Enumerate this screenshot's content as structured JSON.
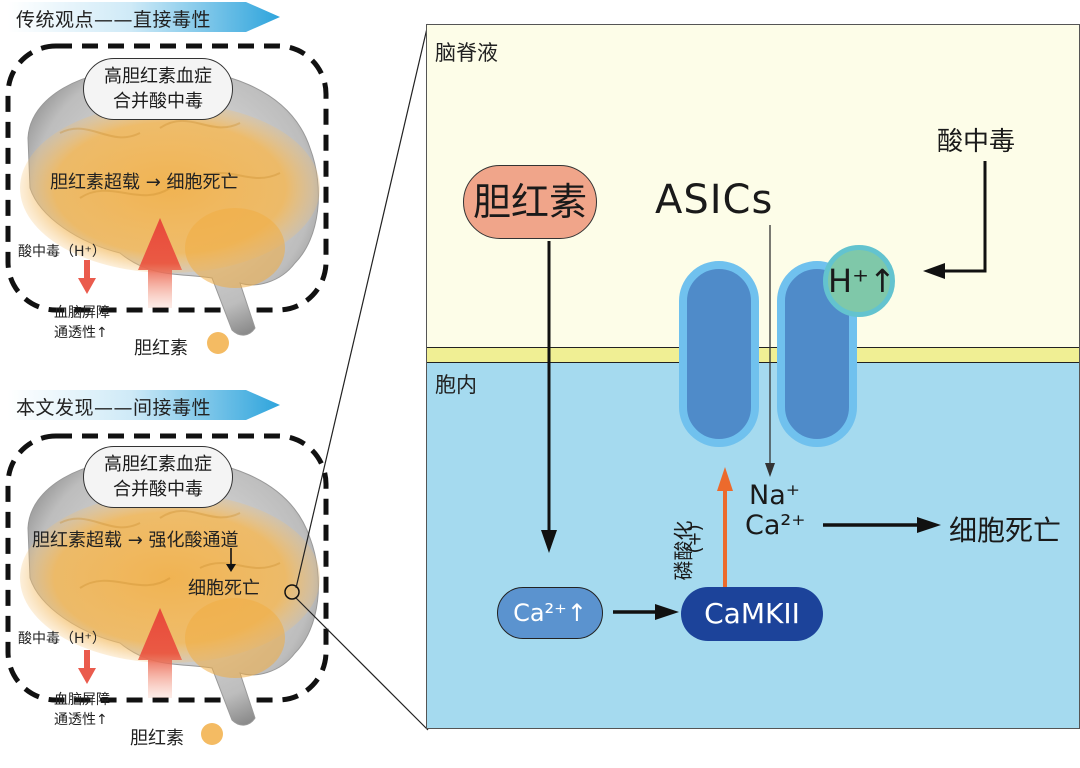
{
  "left": {
    "top_banner": {
      "label": "传统观点——直接毒性"
    },
    "bottom_banner": {
      "label": "本文发现——间接毒性"
    },
    "top_panel": {
      "bubble_line1": "高胆红素血症",
      "bubble_line2": "合并酸中毒",
      "center_text": "胆红素超载 → 细胞死亡",
      "acidosis_label": "酸中毒（H⁺）",
      "bbb_line1": "血脑屏障",
      "bbb_line2": "通透性↑",
      "bilirubin_label": "胆红素"
    },
    "bottom_panel": {
      "bubble_line1": "高胆红素血症",
      "bubble_line2": "合并酸中毒",
      "center_text": "胆红素超载 → 强化酸通道",
      "result_text": "细胞死亡",
      "acidosis_label": "酸中毒（H⁺）",
      "bbb_line1": "血脑屏障",
      "bbb_line2": "通透性↑",
      "bilirubin_label": "胆红素"
    }
  },
  "right": {
    "csf_label": "脑脊液",
    "intracellular_label": "胞内",
    "bilirubin": "胆红素",
    "channel_name": "ASICs",
    "acidosis": "酸中毒",
    "proton": "H⁺↑",
    "ions_line1": "Na⁺",
    "ions_line2": "Ca²⁺",
    "cell_death": "细胞死亡",
    "phosphorylation": "磷酸化",
    "plus": "(+)",
    "calcium": "Ca²⁺↑",
    "camkii": "CaMKII"
  },
  "colors": {
    "banner_blue": "#3aa9de",
    "csf_bg": "#fdfde8",
    "membrane": "#f0ef94",
    "intracellular_bg": "#a5daef",
    "bilirubin_pill": "#f0a58a",
    "channel_inner": "#4f8bc9",
    "channel_outer": "#70c1ee",
    "proton_fill": "#7fc8a9",
    "proton_ring": "#63c3cf",
    "calcium_pill": "#5b93cf",
    "camkii_pill": "#1c439a",
    "phospho_arrow": "#ec6a2c",
    "red_arrow": "#e8493a",
    "brain_orange": "#f0b049"
  }
}
